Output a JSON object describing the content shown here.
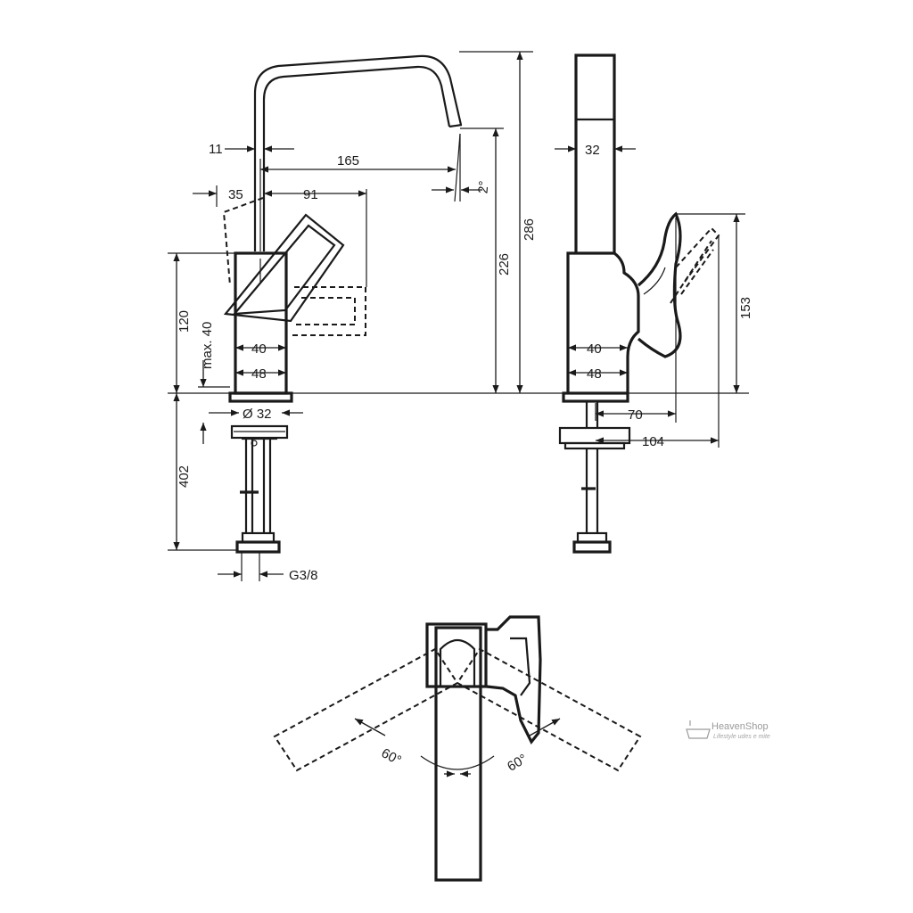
{
  "drawing": {
    "front_view": {
      "dims": {
        "d11": "11",
        "d165": "165",
        "d2deg": "2°",
        "d35": "35",
        "d91": "91",
        "d226": "226",
        "d286": "286",
        "d120": "120",
        "dmax40": "max. 40",
        "d40": "40",
        "d48": "48",
        "dphi32": "Ø 32",
        "d402": "402",
        "dg38": "G3/8"
      }
    },
    "side_view": {
      "dims": {
        "d32": "32",
        "d153": "153",
        "d40": "40",
        "d48": "48",
        "d70": "70",
        "d104": "104"
      }
    },
    "top_view": {
      "dims": {
        "angle_left": "60°",
        "angle_right": "60°"
      }
    },
    "watermark": {
      "name": "HeavenShop",
      "tagline": "Lifestyle udes e mite"
    }
  }
}
